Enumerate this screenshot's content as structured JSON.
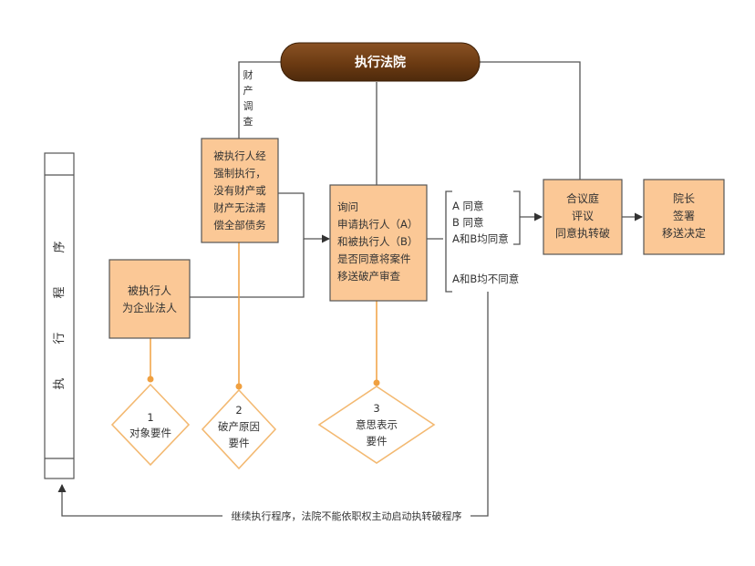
{
  "court": {
    "label": "执行法院"
  },
  "left_bar": {
    "chars": [
      "执",
      "行",
      "程",
      "序"
    ]
  },
  "survey": {
    "chars": [
      "财",
      "产",
      "调",
      "查"
    ]
  },
  "box_no_property": {
    "lines": [
      "被执行人经",
      "强制执行，",
      "没有财产或",
      "财产无法清",
      "偿全部债务"
    ]
  },
  "box_enterprise": {
    "lines": [
      "被执行人",
      "为企业法人"
    ]
  },
  "box_inquiry": {
    "lines": [
      "询问",
      "申请执行人（A）",
      "和被执行人（B）",
      "是否同意将案件",
      "移送破产审查"
    ]
  },
  "options": {
    "a_agree": "A 同意",
    "b_agree": "B 同意",
    "ab_agree": "A和B均同意",
    "ab_disagree": "A和B均不同意"
  },
  "box_collegial": {
    "lines": [
      "合议庭",
      "评议",
      "同意执转破"
    ]
  },
  "box_president": {
    "lines": [
      "院长",
      "签署",
      "移送决定"
    ]
  },
  "elements": [
    {
      "num": "1",
      "lines": [
        "对象要件"
      ]
    },
    {
      "num": "2",
      "lines": [
        "破产原因",
        "要件"
      ]
    },
    {
      "num": "3",
      "lines": [
        "意思表示",
        "要件"
      ]
    }
  ],
  "bottom_note": "继续执行程序，法院不能依职权主动启动执转破程序",
  "colors": {
    "court_fill": "#6b3a12",
    "box_fill": "#fbc896",
    "orange_line": "#f0a040",
    "line": "#555555"
  }
}
